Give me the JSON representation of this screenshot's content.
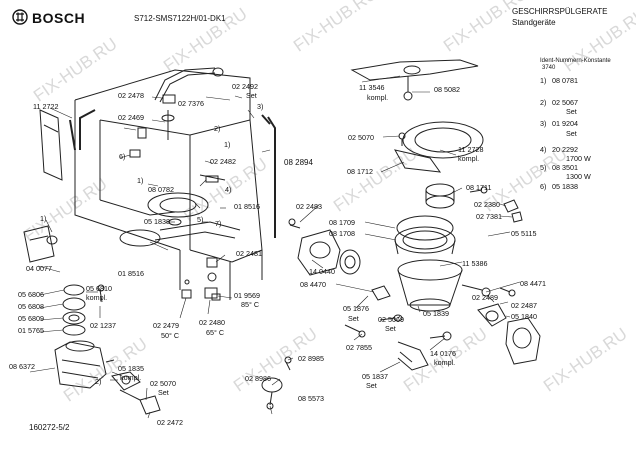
{
  "header": {
    "brand": "BOSCH",
    "model": "S712-SMS7122H/01-DK1",
    "category": "GESCHIRRSPÜLGERATE",
    "subcategory": "Standgeräte",
    "ident_label": "Ident-Nummern-Konstante",
    "ident_value": "3740"
  },
  "footer": {
    "doc_number": "160272-5/2"
  },
  "watermark": "FIX-HUB.RU",
  "legend": [
    {
      "num": "1)",
      "code": "08 0781"
    },
    {
      "num": "2)",
      "code": "02 5067",
      "note": "Set"
    },
    {
      "num": "3)",
      "code": "01 9204",
      "note": "Set"
    },
    {
      "num": "4)",
      "code": "20 2292",
      "note": "1700 W"
    },
    {
      "num": "5)",
      "code": "08 3501",
      "note": "1300 W"
    },
    {
      "num": "6)",
      "code": "05 1838"
    }
  ],
  "parts": {
    "p112722a": "11 2722",
    "p022478": "02 2478",
    "p027376": "02 7376",
    "p022492": "02 2492",
    "set1": "Set",
    "p022469": "02 2469",
    "n3a": "3)",
    "n6a": "6)",
    "n2a": "2)",
    "n1a": "1)",
    "p022482": "02 2482",
    "p082894": "08 2894",
    "n1b": "1)",
    "p080782": "08 0782",
    "n4a": "4)",
    "p051838": "05 1838",
    "n5a": "5)",
    "p018516a": "01 8516",
    "n1c": "1)",
    "n7a": "7)",
    "p040077": "04 0077",
    "p018516b": "01 8516",
    "p022481": "02 2481",
    "p056806": "05 6806",
    "p056810": "05 6810",
    "kompl1": "kompl.",
    "p056808": "05 6808",
    "p056809": "05 6809",
    "p015765": "01 5765",
    "p021237": "02 1237",
    "p022479": "02 2479",
    "temp50": "50° C",
    "p019569": "01 9569",
    "temp85": "85° C",
    "p022480": "02 2480",
    "temp65": "65° C",
    "p086372": "08 6372",
    "p051835": "05 1835",
    "kompl2": "kompl.",
    "n2b": "2)",
    "p025070a": "02 5070",
    "set2": "Set",
    "p022472": "02 2472",
    "p028985": "02 8985",
    "p028986": "02 8986",
    "p085573": "08 5573",
    "p113546": "11 3546",
    "kompl3": "kompl.",
    "p085082": "08 5082",
    "p025070b": "02 5070",
    "p112728": "11 2728",
    "kompl4": "kompl.",
    "p081712": "08 1712",
    "p081711": "08 1711",
    "p022483": "02 2483",
    "p081709": "08 1709",
    "p081708": "08 1708",
    "p022380": "02 2380",
    "p027381": "02 7381",
    "p055115": "05 5115",
    "p140440": "14 0440",
    "p115386": "11 5386",
    "p084470": "08 4470",
    "p084471": "08 4471",
    "p051876": "05 1876",
    "set3": "Set",
    "p051839": "05 1839",
    "p025069": "02 5069",
    "set4": "Set",
    "p022489": "02 2489",
    "p022487": "02 2487",
    "p051840": "05 1840",
    "p027855": "02 7855",
    "p140176": "14 0176",
    "kompl5": "kompl.",
    "p051837": "05 1837",
    "set5": "Set"
  }
}
